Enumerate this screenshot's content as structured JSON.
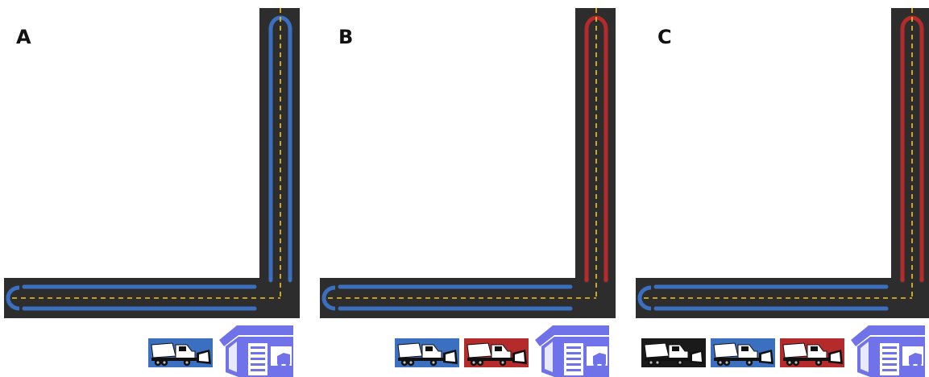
{
  "panels": [
    {
      "label": "A",
      "vertical_route_color": "blue",
      "horizontal_route_color": "blue",
      "trucks": [
        "blue"
      ]
    },
    {
      "label": "B",
      "vertical_route_color": "red",
      "horizontal_route_color": "blue",
      "trucks": [
        "blue",
        "red"
      ]
    },
    {
      "label": "C",
      "vertical_route_color": "red",
      "horizontal_route_color": "blue",
      "trucks": [
        "black",
        "blue",
        "red"
      ]
    }
  ],
  "colors": {
    "road": "#2d2d2d",
    "center_line": "#f5c518",
    "blue": "#3b6fc0",
    "red": "#b52a2a",
    "black": "#1a1a1a",
    "garage": "#6f72e8",
    "garage_light": "#e8e9ff"
  },
  "icons": {
    "truck": "snowplow-truck-icon",
    "garage": "garage-icon"
  }
}
